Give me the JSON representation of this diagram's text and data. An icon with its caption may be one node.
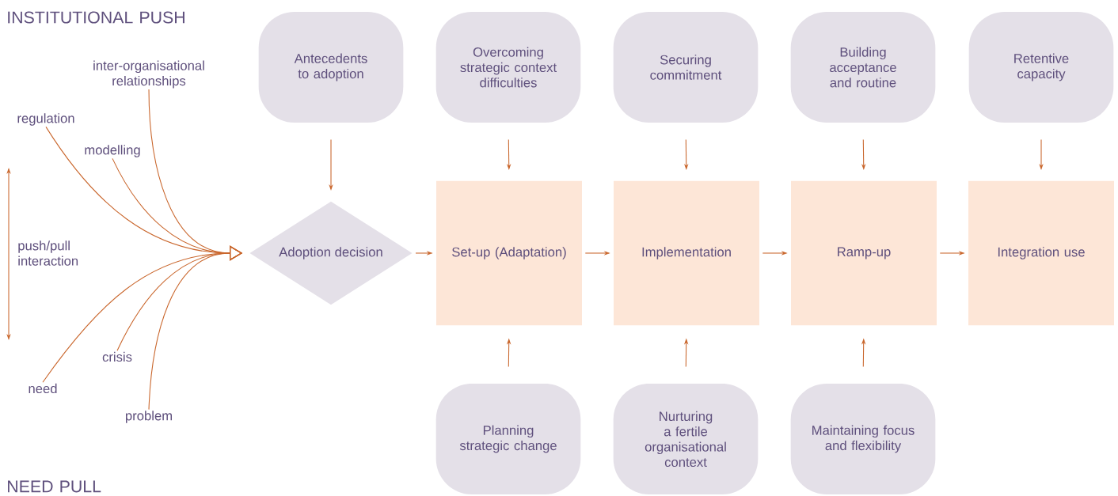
{
  "diagram": {
    "nodes": [
      {
        "text": [
          "Antecedents to adoption"
        ]
      },
      {
        "text": [
          "Overcoming strategic context difficulties"
        ]
      },
      {
        "text": [
          "Securing commitment"
        ]
      },
      {
        "text": [
          "Building acceptance and routine"
        ]
      },
      {
        "text": [
          "Retentive capacity"
        ]
      },
      {
        "text": [
          "inter-organisational relationships"
        ]
      },
      {
        "text": [
          "regulation"
        ]
      },
      {
        "text": [
          "modelling"
        ]
      },
      {
        "text": [
          "Adoption decision"
        ]
      },
      {
        "text": [
          "Set-up (Adaptation)"
        ]
      },
      {
        "text": [
          "Implementation"
        ]
      },
      {
        "text": [
          "Ramp-up"
        ]
      },
      {
        "text": [
          "Integration use"
        ]
      },
      {
        "text": [
          "crisis"
        ]
      },
      {
        "text": [
          "need"
        ]
      },
      {
        "text": [
          "problem"
        ]
      },
      {
        "text": [
          "Planning strategic change"
        ]
      },
      {
        "text": [
          "Nurturing a fertile organisational context"
        ]
      },
      {
        "text": [
          "Maintaining focus and flexibility"
        ]
      }
    ],
    "edges": [
      {
        "from": 0,
        "to": 8,
        "arrow": "to"
      },
      {
        "from": 1,
        "to": 9,
        "arrow": "to"
      },
      {
        "from": 2,
        "to": 10,
        "arrow": "to"
      },
      {
        "from": 3,
        "to": 11,
        "arrow": "to"
      },
      {
        "from": 4,
        "to": 12,
        "arrow": "to"
      },
      {
        "from": 5,
        "to": 8,
        "arrow": "to"
      },
      {
        "from": 6,
        "to": 8,
        "arrow": "to"
      },
      {
        "from": 7,
        "to": 8,
        "arrow": "to"
      },
      {
        "from": 8,
        "to": 9,
        "arrow": "to"
      },
      {
        "from": 9,
        "to": 10,
        "arrow": "to"
      },
      {
        "from": 10,
        "to": 11,
        "arrow": "to"
      },
      {
        "from": 11,
        "to": 12,
        "arrow": "to"
      },
      {
        "from": 13,
        "to": 8,
        "arrow": "to"
      },
      {
        "from": 14,
        "to": 8,
        "arrow": "to"
      },
      {
        "from": 15,
        "to": 8,
        "arrow": "to"
      },
      {
        "from": 16,
        "to": 9,
        "arrow": "to"
      },
      {
        "from": 17,
        "to": 10,
        "arrow": "to"
      },
      {
        "from": 18,
        "to": 11,
        "arrow": "to"
      }
    ],
    "labels": [
      "INSTITUTIONAL PUSH",
      "push/pull interaction",
      "NEED PULL"
    ]
  }
}
